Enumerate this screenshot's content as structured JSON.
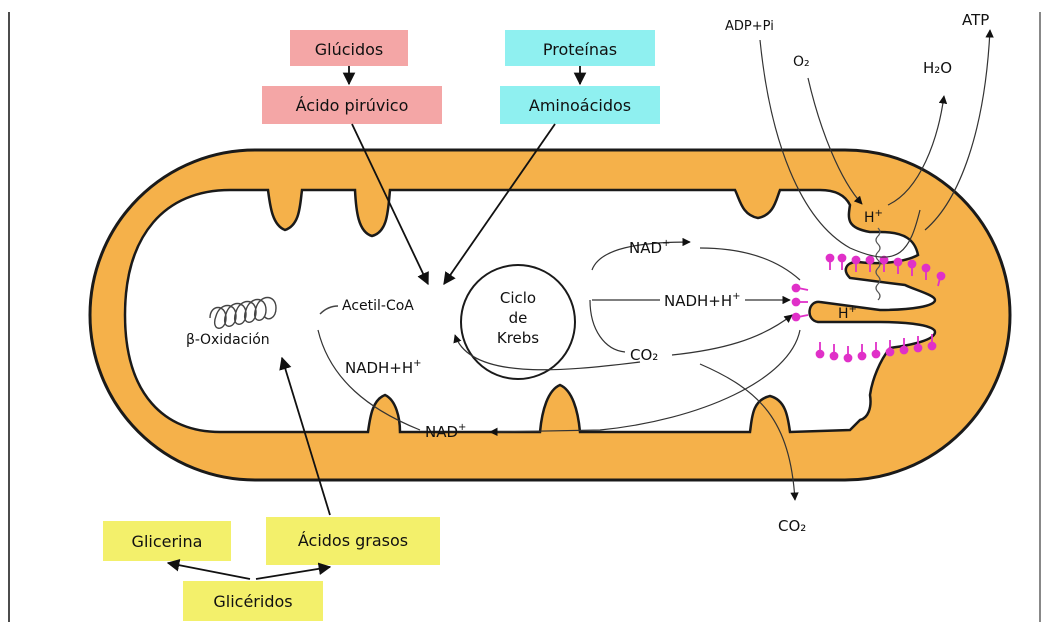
{
  "colors": {
    "membrane": "#f5b14a",
    "membrane_edge": "#1a1a1a",
    "glucid_box": "#f4a6a6",
    "protein_box": "#8ff0f0",
    "lipid_box": "#f3f06b",
    "atp_synthase": "#e030c8"
  },
  "boxes": {
    "glucidos": "Glúcidos",
    "acido_piruvico": "Ácido pirúvico",
    "proteinas": "Proteínas",
    "aminoacidos": "Aminoácidos",
    "glicerina": "Glicerina",
    "acidos_grasos": "Ácidos grasos",
    "gliceridos": "Glicéridos"
  },
  "labels": {
    "beta_oxidacion": "β-Oxidación",
    "acetil_coa": "Acetil-CoA",
    "ciclo_1": "Ciclo",
    "ciclo_2": "de",
    "ciclo_3": "Krebs",
    "nad_top": "NAD",
    "nad_top_sup": "+",
    "nadh_right": "NADH+H",
    "nadh_right_sup": "+",
    "nadh_left": "NADH+H",
    "nadh_left_sup": "+",
    "co2_inner": "CO₂",
    "nad_bottom": "NAD",
    "nad_bottom_sup": "+",
    "co2_outer": "CO₂",
    "adp_pi": "ADP+Pi",
    "atp": "ATP",
    "o2": "O₂",
    "h2o": "H₂O",
    "h_plus_top": "H",
    "h_plus_top_sup": "+",
    "h_plus_inner": "H",
    "h_plus_inner_sup": "+"
  }
}
